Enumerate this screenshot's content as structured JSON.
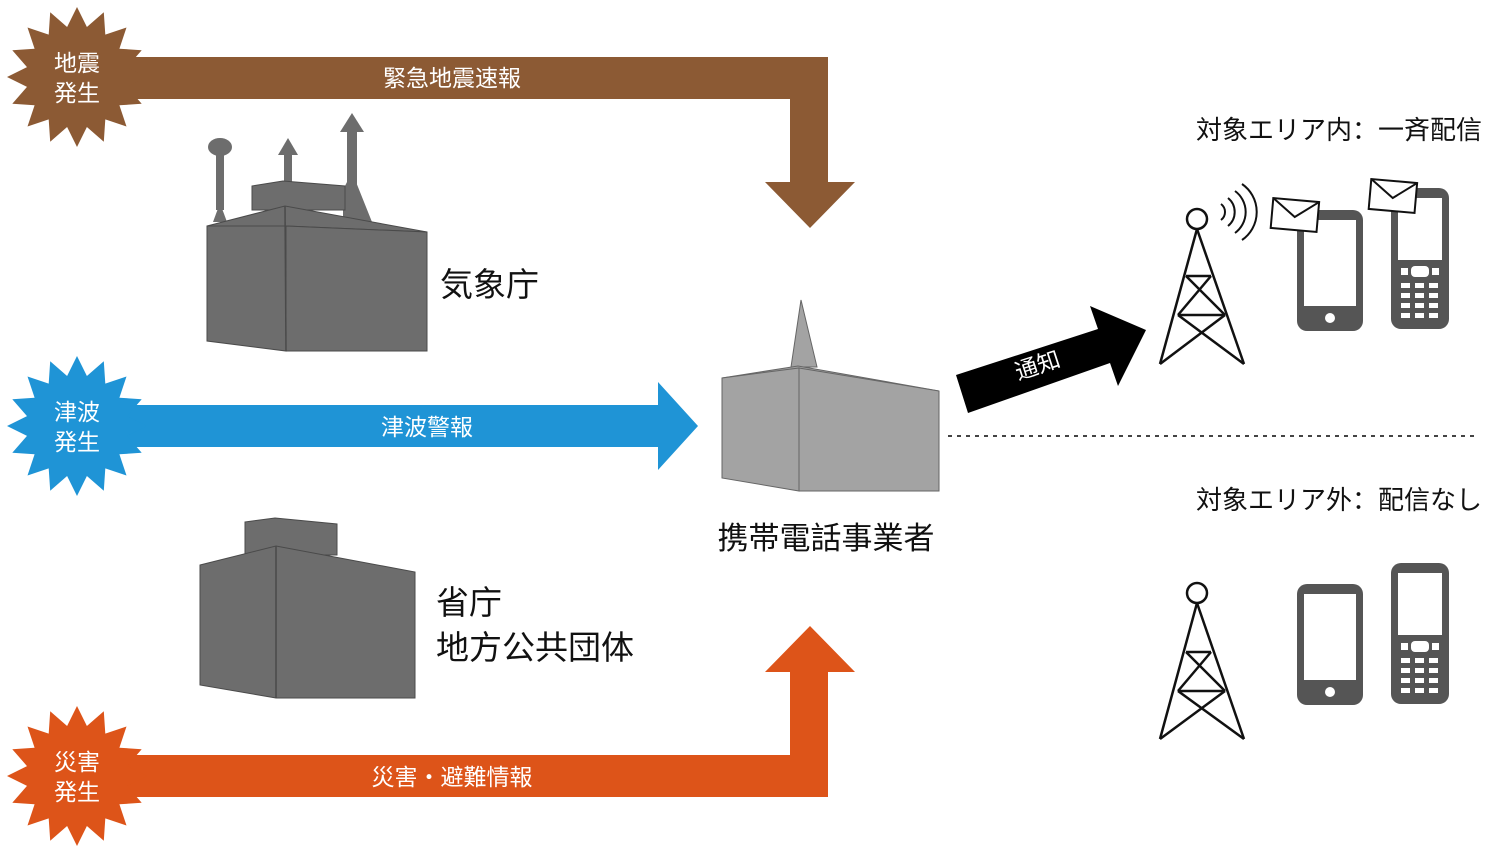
{
  "colors": {
    "earthquake": "#8c5a34",
    "tsunami": "#1f94d6",
    "disaster": "#dd5419",
    "building_dark": "#6d6d6d",
    "building_light": "#a3a3a3",
    "notify": "#000000",
    "device": "#555555"
  },
  "sources": {
    "earthquake": {
      "badge": [
        "地震",
        "発生"
      ],
      "arrow_label": "緊急地震速報"
    },
    "tsunami": {
      "badge": [
        "津波",
        "発生"
      ],
      "arrow_label": "津波警報"
    },
    "disaster": {
      "badge": [
        "災害",
        "発生"
      ],
      "arrow_label": "災害・避難情報"
    }
  },
  "agencies": {
    "jma": "気象庁",
    "government": [
      "省庁",
      "地方公共団体"
    ]
  },
  "carrier": {
    "label": "携帯電話事業者"
  },
  "notify": {
    "label": "通知"
  },
  "areas": {
    "inside": "対象エリア内：一斉配信",
    "outside": "対象エリア外：配信なし"
  },
  "icons": {
    "badge": "starburst-icon",
    "tower": "antenna-tower-icon",
    "signal": "signal-waves-icon",
    "mail": "envelope-icon",
    "smartphone": "smartphone-icon",
    "feature_phone": "feature-phone-icon"
  }
}
